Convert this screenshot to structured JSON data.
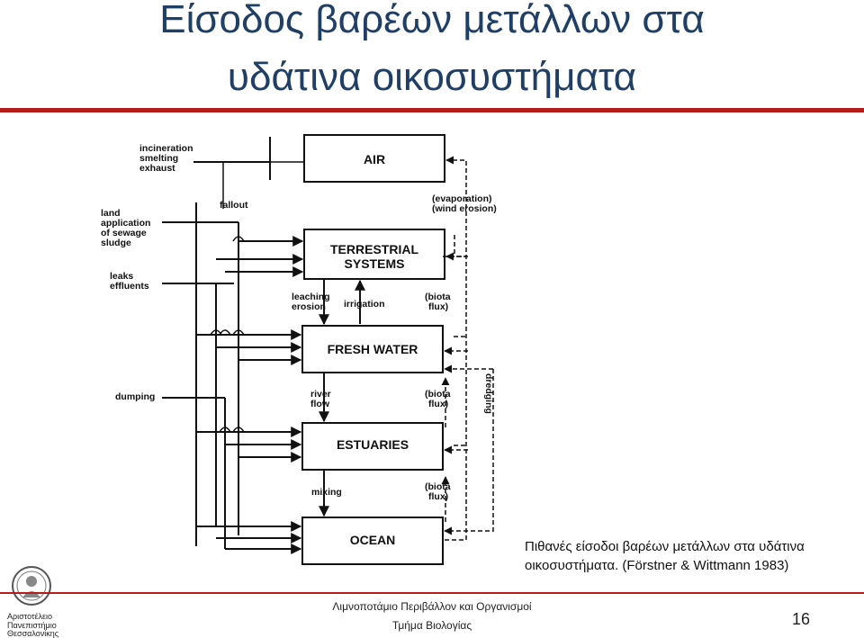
{
  "title": {
    "line1": "Είσοδος βαρέων μετάλλων στα",
    "line2": "υδάτινα οικοσυστήματα"
  },
  "diagram": {
    "boxes": {
      "air": "AIR",
      "terrestrial_1": "TERRESTRIAL",
      "terrestrial_2": "SYSTEMS",
      "fresh_water": "FRESH WATER",
      "estuaries": "ESTUARIES",
      "ocean": "OCEAN"
    },
    "sources": {
      "inc_1": "incineration",
      "inc_2": "smelting",
      "inc_3": "exhaust",
      "land_1": "land",
      "land_2": "application",
      "land_3": "of sewage",
      "land_4": "sludge",
      "leaks_1": "leaks",
      "leaks_2": "effluents",
      "dumping": "dumping"
    },
    "flows": {
      "fallout": "fallout",
      "evap_1": "(evaporation)",
      "evap_2": "(wind erosion)",
      "leach_1": "leaching",
      "leach_2": "erosion",
      "irrigation": "irrigation",
      "biota1_1": "(biota",
      "biota1_2": "flux)",
      "river_1": "river",
      "river_2": "flow",
      "biota2_1": "(biota",
      "biota2_2": "flux)",
      "mixing": "mixing",
      "biota3_1": "(biota",
      "biota3_2": "flux)",
      "dredging": "dredging"
    }
  },
  "caption": {
    "line1": "Πιθανές είσοδοι βαρέων μετάλλων στα υδάτινα",
    "line2": "οικοσυστήματα. (Förstner & Wittmann 1983)"
  },
  "footer": {
    "course": "Λιμνοποτάμιο Περιβάλλον και Οργανισμοί",
    "dept": "Τμήμα Βιολογίας",
    "page": "16",
    "uni_1": "Αριστοτέλειο",
    "uni_2": "Πανεπιστήμιο",
    "uni_3": "Θεσσαλονίκης"
  },
  "colors": {
    "title": "#1f3f66",
    "rule": "#b31d1d"
  }
}
